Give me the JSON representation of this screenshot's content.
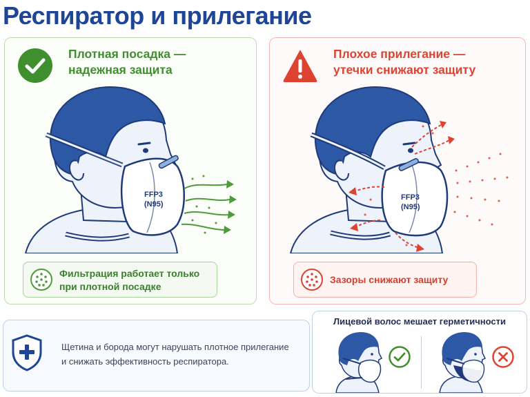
{
  "title": "Респиратор и прилегание",
  "good_panel": {
    "title_line1": "Плотная посадка —",
    "title_line2": "надежная защита",
    "mask_label_line1": "FFP3",
    "mask_label_line2": "(N95)",
    "note_line1": "Фильтрация работает только",
    "note_line2": "при плотной посадке"
  },
  "bad_panel": {
    "title_line1": "Плохое прилегание —",
    "title_line2": "утечки снижают защиту",
    "mask_label_line1": "FFP3",
    "mask_label_line2": "(N95)",
    "note": "Зазоры снижают защиту"
  },
  "bottom_info": {
    "text_line1": "Щетина и борода могут нарушать плотное прилегание",
    "text_line2": "и снижать эффективность респиратора."
  },
  "facial_hair": {
    "title": "Лицевой волос мешает герметичности"
  },
  "colors": {
    "title": "#1e4596",
    "good": "#3f8f2f",
    "bad": "#dc4431",
    "hair": "#2d58a6",
    "skin": "#eef3fb",
    "outline": "#1e3a78"
  },
  "icons": {
    "good_badge": "check-circle-icon",
    "bad_badge": "warning-triangle-icon",
    "good_note": "filter-dots-icon",
    "bad_note": "leak-dots-icon",
    "shield": "shield-plus-icon",
    "ok_mark": "check-circle-icon",
    "no_mark": "x-circle-icon"
  }
}
